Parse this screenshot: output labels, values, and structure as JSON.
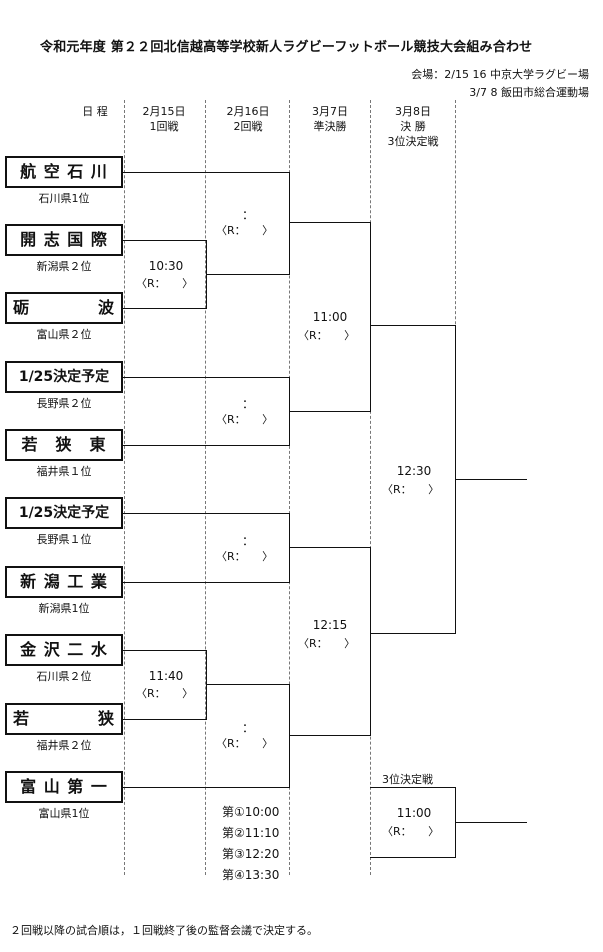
{
  "title": "令和元年度 第２２回北信越高等学校新人ラグビーフットボール競技大会組み合わせ",
  "venue": {
    "line1": "会場：2/15 16 中京大学ラグビー場",
    "line2": "3/7 8 飯田市総合運動場"
  },
  "headers": {
    "day_label": "日 程",
    "col1": [
      "2月15日",
      "1回戦"
    ],
    "col2": [
      "2月16日",
      "2回戦"
    ],
    "col3": [
      "3月7日",
      "準決勝"
    ],
    "col4": [
      "3月8日",
      "決 勝",
      "3位決定戦"
    ]
  },
  "teams": [
    {
      "name": "航 空 石 川",
      "pref": "石川県1位"
    },
    {
      "name": "開 志 国 際",
      "pref": "新潟県２位"
    },
    {
      "name": "砺　　　　波",
      "pref": "富山県２位"
    },
    {
      "name": "1/25決定予定",
      "pref": "長野県２位"
    },
    {
      "name": "若　狭　東",
      "pref": "福井県１位"
    },
    {
      "name": "1/25決定予定",
      "pref": "長野県１位"
    },
    {
      "name": "新 潟 工 業",
      "pref": "新潟県1位"
    },
    {
      "name": "金 沢 二 水",
      "pref": "石川県２位"
    },
    {
      "name": "若　　　　狭",
      "pref": "福井県２位"
    },
    {
      "name": "富 山 第 一",
      "pref": "富山県1位"
    }
  ],
  "matches": {
    "r1_a": {
      "time": "10:30",
      "result": "〈R：　　〉"
    },
    "r1_b": {
      "time": "11:40",
      "result": "〈R：　　〉"
    },
    "r2_a": {
      "time": "：",
      "result": "〈R：　　〉"
    },
    "r2_b": {
      "time": "：",
      "result": "〈R：　　〉"
    },
    "r2_c": {
      "time": "：",
      "result": "〈R：　　〉"
    },
    "r2_d": {
      "time": "：",
      "result": "〈R：　　〉"
    },
    "sf_a": {
      "time": "11:00",
      "result": "〈R：　　〉"
    },
    "sf_b": {
      "time": "12:15",
      "result": "〈R：　　〉"
    },
    "final": {
      "time": "12:30",
      "result": "〈R：　　〉"
    },
    "third": {
      "label": "3位決定戦",
      "time": "11:00",
      "result": "〈R：　　〉"
    }
  },
  "schedule": [
    "第①10:00",
    "第②11:10",
    "第③12:20",
    "第④13:30"
  ],
  "footnote": "２回戦以降の試合順は，１回戦終了後の監督会議で決定する。"
}
